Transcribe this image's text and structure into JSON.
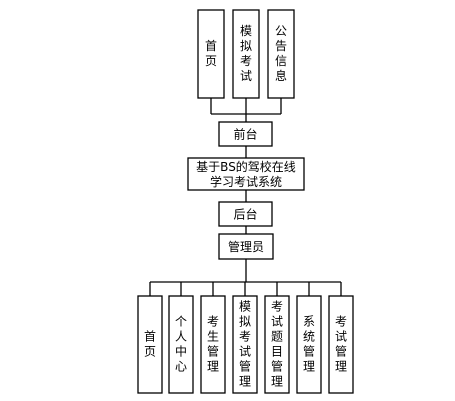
{
  "title": "基于BS的驾校在线学习考试系统",
  "title_lines": [
    "基于BS的驾校在线",
    "学习考试系统"
  ],
  "front": {
    "label": "前台",
    "modules": [
      "首页",
      "模拟考试",
      "公告信息"
    ]
  },
  "back": {
    "label": "后台",
    "role": "管理员",
    "modules": [
      "首页",
      "个人中心",
      "考生管理",
      "模拟考试管理",
      "考试题目管理",
      "系统管理",
      "考试管理"
    ]
  }
}
